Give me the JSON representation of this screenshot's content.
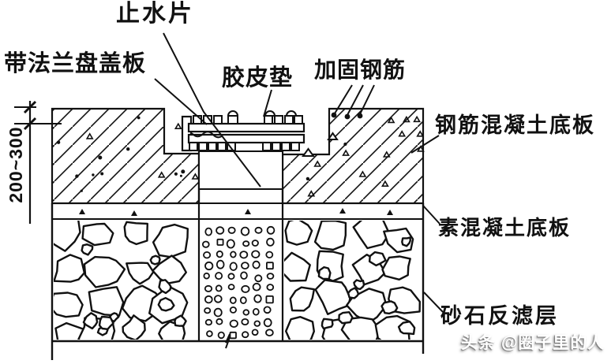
{
  "diagram": {
    "labels": {
      "waterstop": {
        "text": "止水片"
      },
      "flange_cover_plate": {
        "text": "带法兰盘盖板"
      },
      "rubber_pad": {
        "text": "胶皮垫"
      },
      "reinforcing_rebar": {
        "text": "加固钢筋"
      },
      "rc_bottom_slab": {
        "text": "钢筋混凝土底板"
      },
      "plain_concrete_bottom_slab": {
        "text": "素混凝土底板"
      },
      "sand_gravel_filter_layer": {
        "text": "砂石反滤层"
      }
    },
    "dimension": {
      "text": "200~300"
    },
    "watermark": {
      "text": "头条 @圈子里的人"
    },
    "colors": {
      "ink": "#111111",
      "background": "#ffffff",
      "watermark_text": "#ffffff"
    }
  }
}
